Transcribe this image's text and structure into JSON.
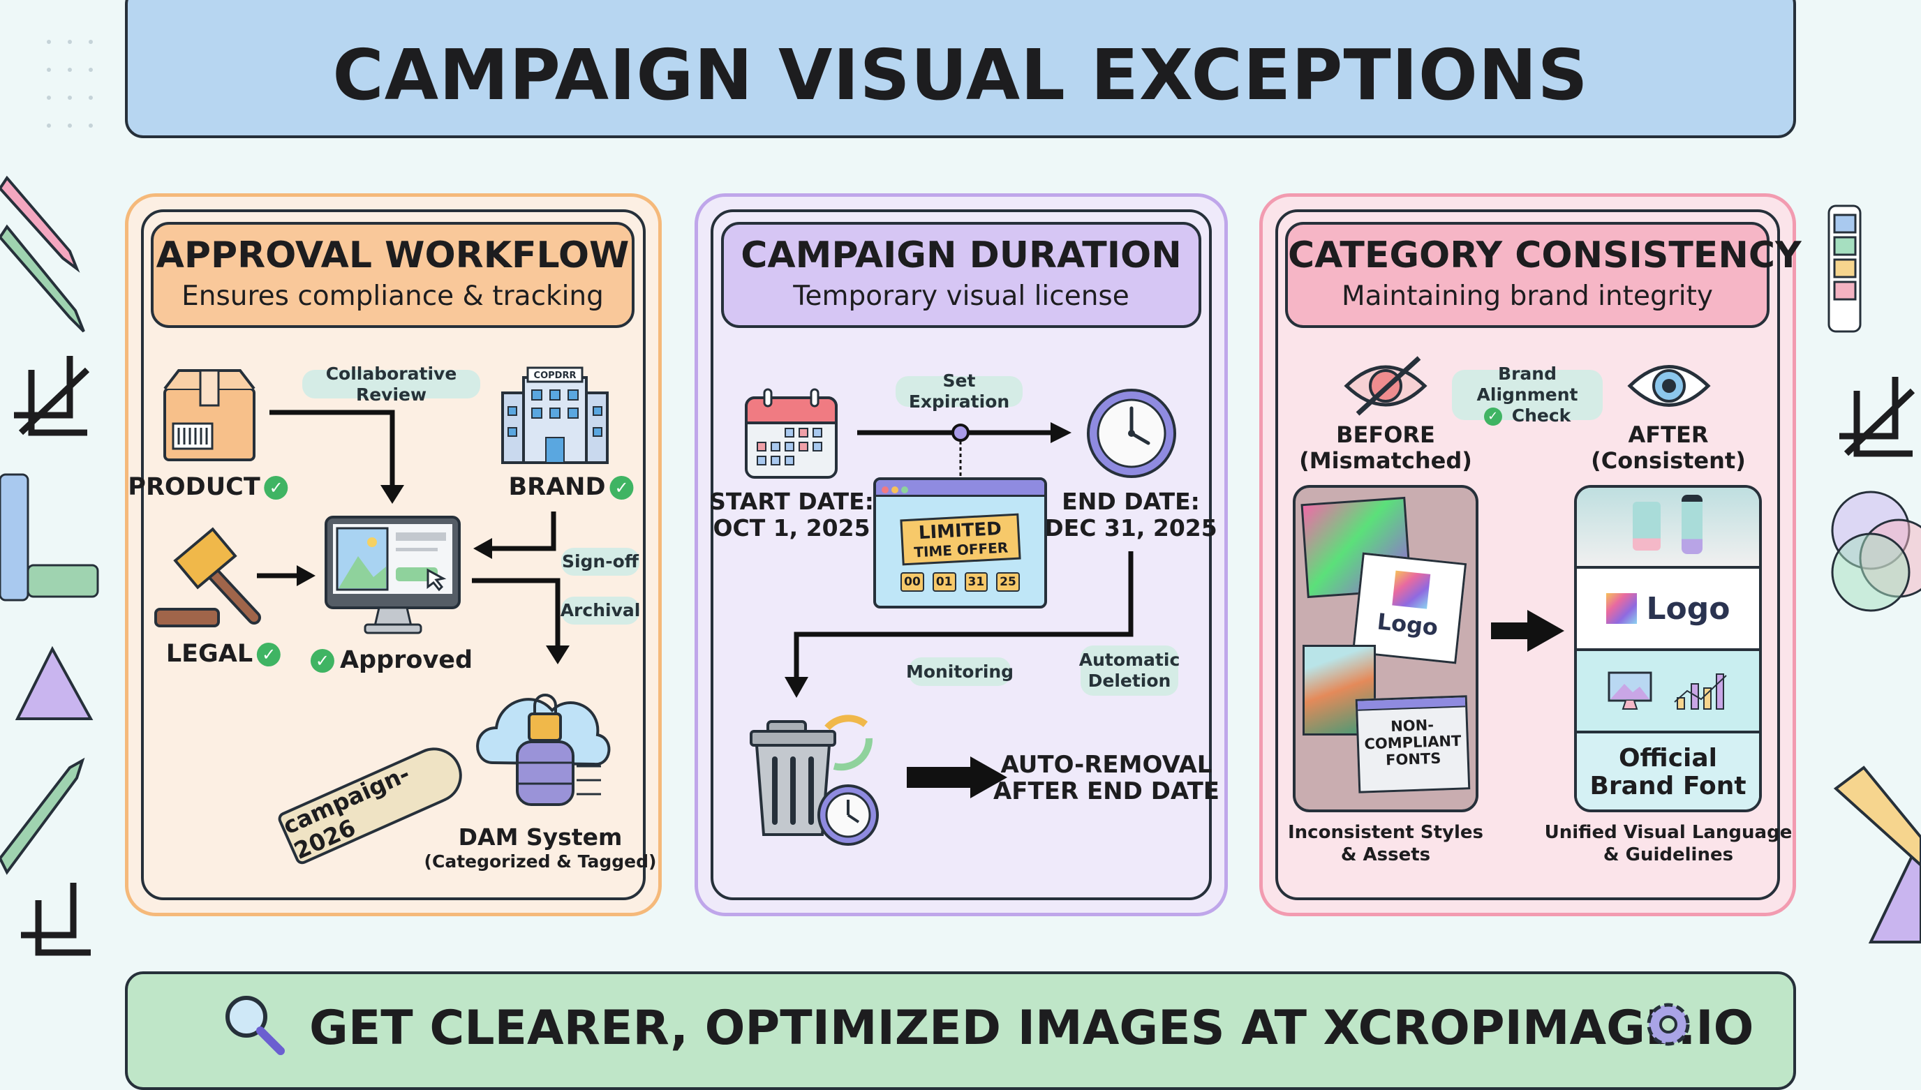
{
  "title": "CAMPAIGN VISUAL EXCEPTIONS",
  "colors": {
    "background": "#eef8f8",
    "banner": "#b7d6f1",
    "approval": "#f5b97a",
    "duration": "#bfa6ea",
    "consistency": "#f29bb0",
    "footer": "#bfe6c8",
    "check": "#3fb463"
  },
  "approval": {
    "title": "APPROVAL WORKFLOW",
    "subtitle": "Ensures compliance & tracking",
    "collab_pill": "Collaborative Review",
    "product": "PRODUCT",
    "brand": "BRAND",
    "building_sign": "COPDRR",
    "legal": "LEGAL",
    "approved": "Approved",
    "signoff_pill": "Sign-off",
    "archival_pill": "Archival",
    "tag": "campaign-2026",
    "dam": "DAM System",
    "dam_sub": "(Categorized & Tagged)"
  },
  "duration": {
    "title": "CAMPAIGN DURATION",
    "subtitle": "Temporary visual license",
    "set_expiration": "Set Expiration",
    "start_label": "START DATE:",
    "start_date": "OCT 1, 2025",
    "end_label": "END DATE:",
    "end_date": "DEC 31, 2025",
    "offer_line1": "LIMITED",
    "offer_line2": "TIME OFFER",
    "countdown": [
      "00",
      "01",
      "31",
      "25"
    ],
    "monitoring": "Monitoring",
    "auto_deletion": "Automatic Deletion",
    "auto_removal_1": "AUTO-REMOVAL",
    "auto_removal_2": "AFTER END DATE"
  },
  "consistency": {
    "title": "CATEGORY CONSISTENCY",
    "subtitle": "Maintaining brand integrity",
    "before": "BEFORE",
    "before_sub": "(Mismatched)",
    "alignment_1": "Brand Alignment",
    "alignment_2": "Check",
    "after": "AFTER",
    "after_sub": "(Consistent)",
    "logo": "Logo",
    "noncompliant": "NON-\nCOMPLIANT\nFONTS",
    "official_1": "Official",
    "official_2": "Brand Font",
    "before_caption_1": "Inconsistent Styles",
    "before_caption_2": "& Assets",
    "after_caption_1": "Unified Visual Language",
    "after_caption_2": "& Guidelines"
  },
  "footer": {
    "text": "GET CLEARER, OPTIMIZED IMAGES AT XCROPIMAGE.IO"
  }
}
